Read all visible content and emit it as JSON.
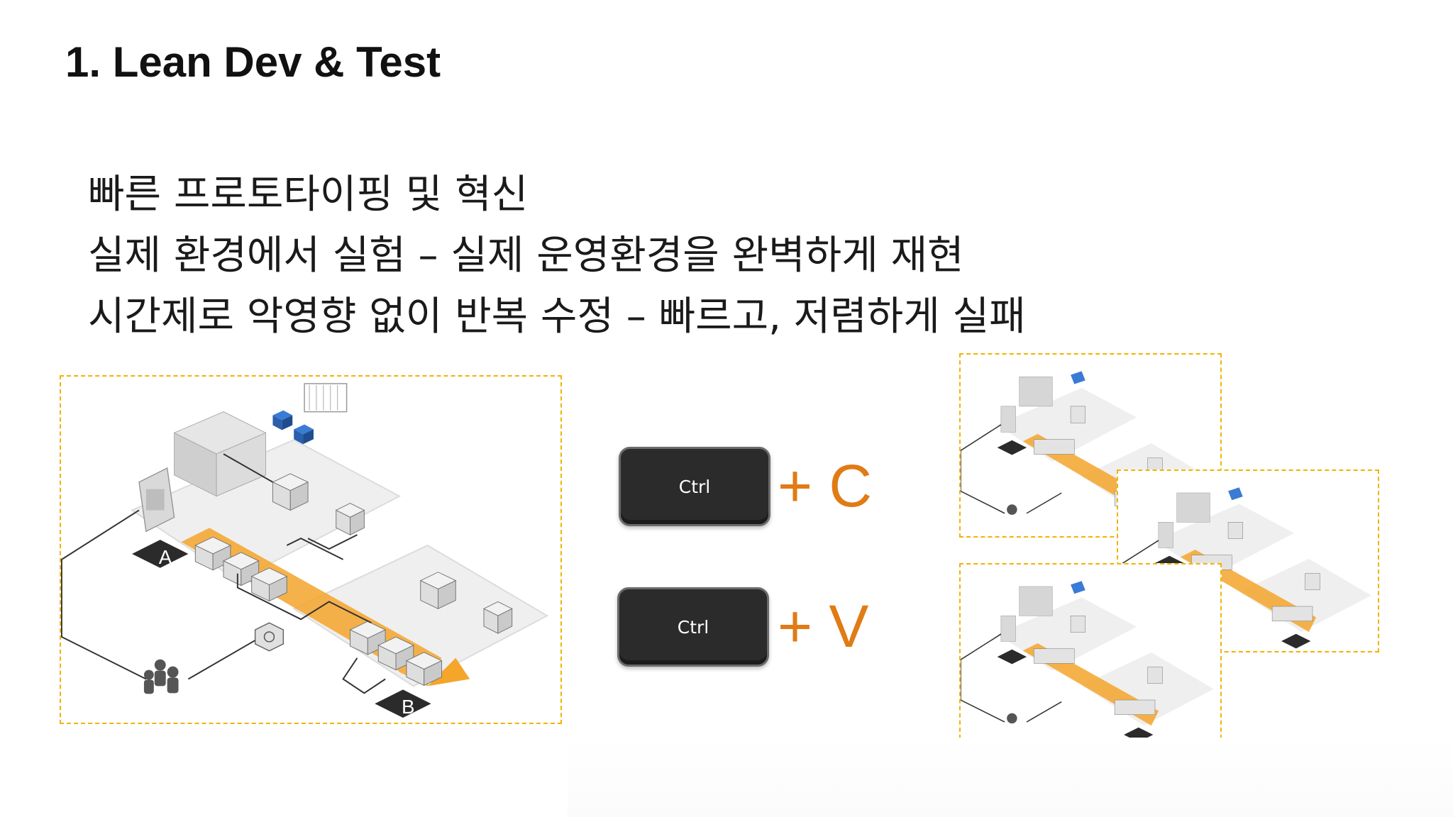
{
  "slide": {
    "title": "1. Lean Dev & Test",
    "bullets": [
      "빠른 프로토타이핑 및 혁신",
      "실제 환경에서 실험 – 실제 운영환경을 완벽하게 재현",
      "시간제로 악영향 없이 반복 수정 – 빠르고, 저렴하게 실패"
    ]
  },
  "shortcuts": [
    {
      "key_label": "Ctrl",
      "plus_text": "+ C"
    },
    {
      "key_label": "Ctrl",
      "plus_text": "+ V"
    }
  ],
  "diagram": {
    "zone_a_label": "A",
    "zone_b_label": "B",
    "icons": [
      "server-rack-icon",
      "instance-cube-icon",
      "users-icon",
      "load-balancer-icon",
      "database-icon"
    ]
  },
  "colors": {
    "accent_orange": "#e07b15",
    "diagram_orange": "#f4a52a",
    "dashed_border": "#f0b400",
    "key_background": "#2b2b2b"
  }
}
